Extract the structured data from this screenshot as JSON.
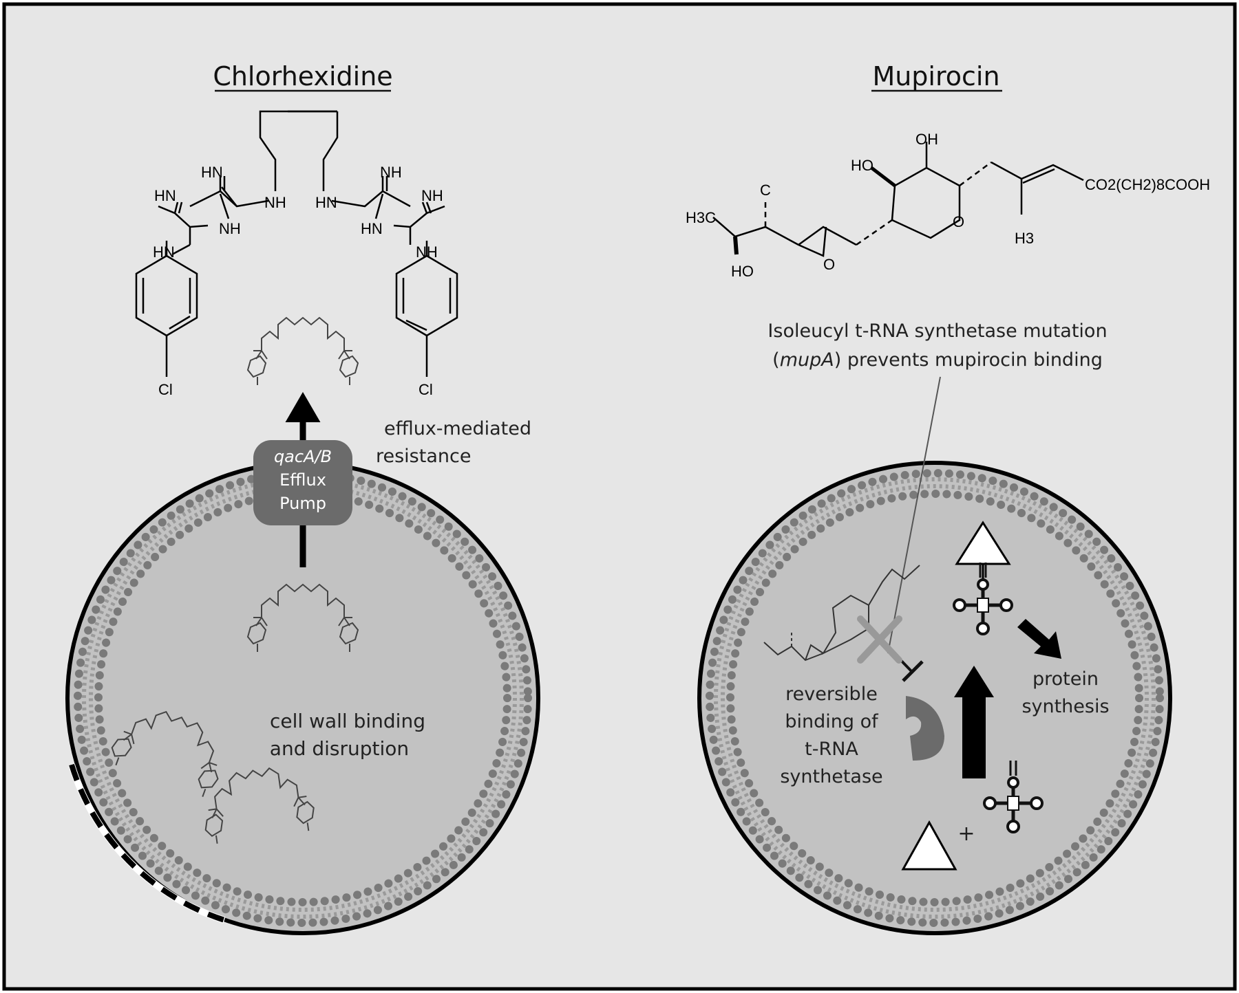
{
  "left_panel": {
    "title": "Chlorhexidine",
    "efflux_label_line1": "efflux-mediated",
    "efflux_label_line2": "resistance",
    "pump_label_line1": "qacA/B",
    "pump_label_line2": "Efflux",
    "pump_label_line3": "Pump",
    "cell_label_line1": "cell wall binding",
    "cell_label_line2": "and disruption",
    "structure_labels": {
      "hn_left_top": "HN",
      "hn_left_mid": "HN",
      "nh_left_mid": "NH",
      "hn_left_low": "HN",
      "nh_left_chain": "NH",
      "hn_right_chain": "HN",
      "nh_right_top": "NH",
      "hn_right_mid": "HN",
      "nh_right_mid": "NH",
      "nh_right_low": "NH",
      "cl_left": "Cl",
      "cl_right": "Cl"
    }
  },
  "right_panel": {
    "title": "Mupirocin",
    "mutation_label_line1": "Isoleucyl t-RNA synthetase mutation",
    "mutation_label_line2_gene": "mupA",
    "mutation_label_line2_rest": ") prevents mupirocin binding",
    "mutation_label_line2_open": "(",
    "protein_label_line1": "protein",
    "protein_label_line2": "synthesis",
    "binding_label_line1": "reversible",
    "binding_label_line2": "binding of",
    "binding_label_line3": "t-RNA",
    "binding_label_line4": "synthetase",
    "plus_sign": "+",
    "structure_labels": {
      "oh_top": "OH",
      "ho_left": "HO",
      "c_label": "C",
      "h3c": "H3C",
      "ho_bottom": "HO",
      "o_epoxide": "O",
      "o_ring": "O",
      "ester": "CO2(CH2)8COOH",
      "ch3": "H3"
    }
  },
  "colors": {
    "cell_fill": "#c2c2c2",
    "membrane_bead": "#7a7a7a",
    "pump_fill": "#6b6b6b",
    "outline": "#000000"
  }
}
